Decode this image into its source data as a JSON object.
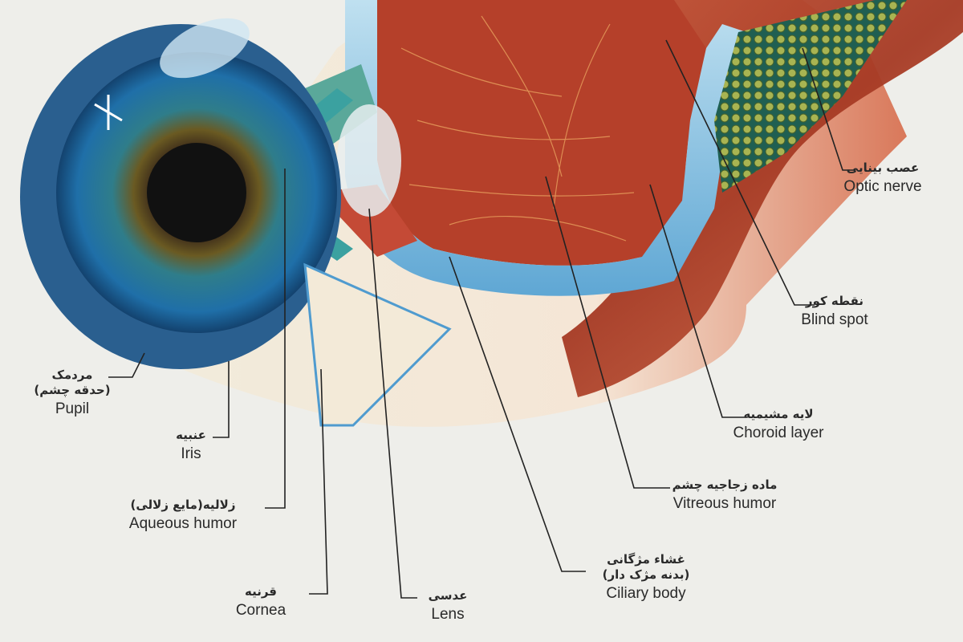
{
  "labels": {
    "optic_nerve": {
      "fa": "عصب بینایی",
      "en": "Optic nerve"
    },
    "blind_spot": {
      "fa": "نقطه کور",
      "en": "Blind spot"
    },
    "choroid": {
      "fa": "لایه مشیمیه",
      "en": "Choroid layer"
    },
    "vitreous": {
      "fa": "ماده زجاجیه چشم",
      "en": "Vitreous humor"
    },
    "ciliary": {
      "fa": "غشاء مژگانی",
      "fa2": "(بدنه مژک دار)",
      "en": "Ciliary body"
    },
    "lens": {
      "fa": "عدسی",
      "en": "Lens"
    },
    "cornea": {
      "fa": "قرنیه",
      "en": "Cornea"
    },
    "aqueous": {
      "fa": "زلالیه(مایع زلالی)",
      "en": "Aqueous humor"
    },
    "iris": {
      "fa": "عنبیه",
      "en": "Iris"
    },
    "pupil": {
      "fa": "مردمک",
      "fa2": "(حدقه چشم)",
      "en": "Pupil"
    }
  },
  "colors": {
    "background": "#eeeeea",
    "iris_blue": "#1f6fa8",
    "muscle_red": "#b8432c",
    "sclera_blue": "#8fc3e3",
    "leader_line": "#222222"
  }
}
